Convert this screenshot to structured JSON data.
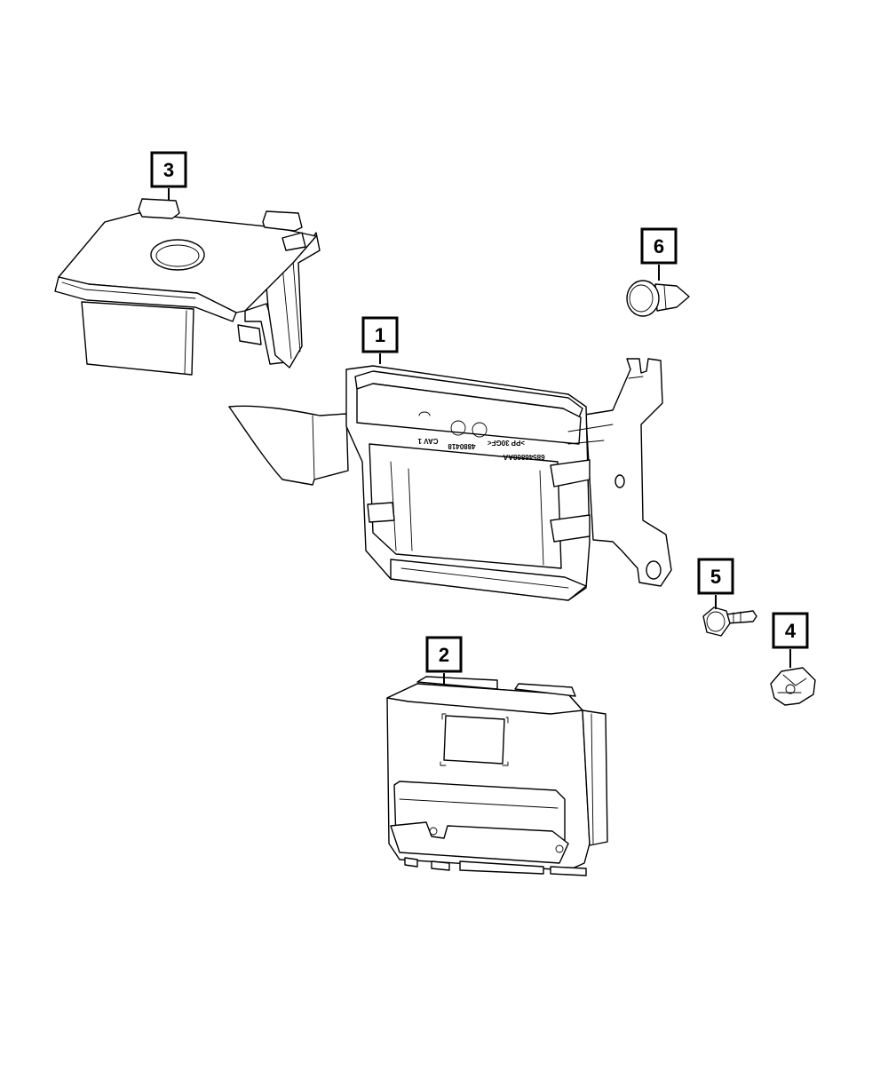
{
  "callouts": [
    {
      "id": "1",
      "label": "1"
    },
    {
      "id": "2",
      "label": "2"
    },
    {
      "id": "3",
      "label": "3"
    },
    {
      "id": "4",
      "label": "4"
    },
    {
      "id": "5",
      "label": "5"
    },
    {
      "id": "6",
      "label": "6"
    }
  ],
  "bracket_markings": {
    "part_number": "68546868AA",
    "material": ">PP 30GF<",
    "code": "4880418",
    "cavity": "CAV 1"
  },
  "colors": {
    "line": "#000000",
    "background": "#ffffff"
  }
}
